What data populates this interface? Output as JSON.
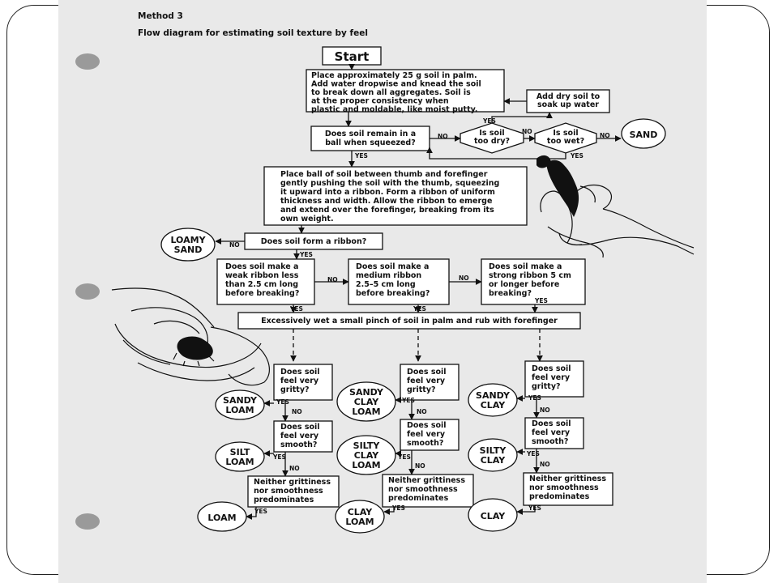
{
  "header": {
    "method": "Method 3",
    "title": "Flow diagram for estimating soil texture by feel"
  },
  "start": "Start",
  "steps": {
    "intro": [
      "Place approximately 25 g soil in palm.",
      "Add water dropwise and knead the soil",
      "to break down all aggregates. Soil is",
      "at the proper consistency when",
      "plastic and moldable, like moist putty."
    ],
    "add_dry": [
      "Add dry soil to",
      "soak up water"
    ],
    "ball": [
      "Does soil remain in a",
      "ball when squeezed?"
    ],
    "too_dry": [
      "Is soil",
      "too dry?"
    ],
    "too_wet": [
      "Is soil",
      "too wet?"
    ],
    "ribbon_instr": [
      "Place ball of soil between thumb and forefinger",
      "gently pushing the soil with the thumb, squeezing",
      "it upward into a ribbon. Form a ribbon of uniform",
      "thickness and width. Allow the ribbon to emerge",
      "and extend over the forefinger, breaking from its",
      "own weight."
    ],
    "forms_ribbon": "Does soil form a ribbon?",
    "weak": [
      "Does soil make a",
      "weak ribbon less",
      "than 2.5 cm long",
      "before breaking?"
    ],
    "medium": [
      "Does soil make a",
      "medium ribbon",
      "2.5–5 cm long",
      "before breaking?"
    ],
    "strong": [
      "Does soil make a",
      "strong ribbon 5 cm",
      "or longer before",
      "breaking?"
    ],
    "wet_pinch": "Excessively wet a small pinch of soil in palm and rub with forefinger",
    "gritty": [
      "Does soil",
      "feel very",
      "gritty?"
    ],
    "smooth": [
      "Does soil",
      "feel very",
      "smooth?"
    ],
    "neither": [
      "Neither grittiness",
      "nor smoothness",
      "predominates"
    ]
  },
  "labels": {
    "yes": "YES",
    "no": "NO"
  },
  "results": {
    "sand": [
      "SAND"
    ],
    "loamy_sand": [
      "LOAMY",
      "SAND"
    ],
    "sandy_loam": [
      "SANDY",
      "LOAM"
    ],
    "silt_loam": [
      "SILT",
      "LOAM"
    ],
    "loam": [
      "LOAM"
    ],
    "sandy_clay_loam": [
      "SANDY",
      "CLAY",
      "LOAM"
    ],
    "silty_clay_loam": [
      "SILTY",
      "CLAY",
      "LOAM"
    ],
    "clay_loam": [
      "CLAY",
      "LOAM"
    ],
    "sandy_clay": [
      "SANDY",
      "CLAY"
    ],
    "silty_clay": [
      "SILTY",
      "CLAY"
    ],
    "clay": [
      "CLAY"
    ]
  }
}
